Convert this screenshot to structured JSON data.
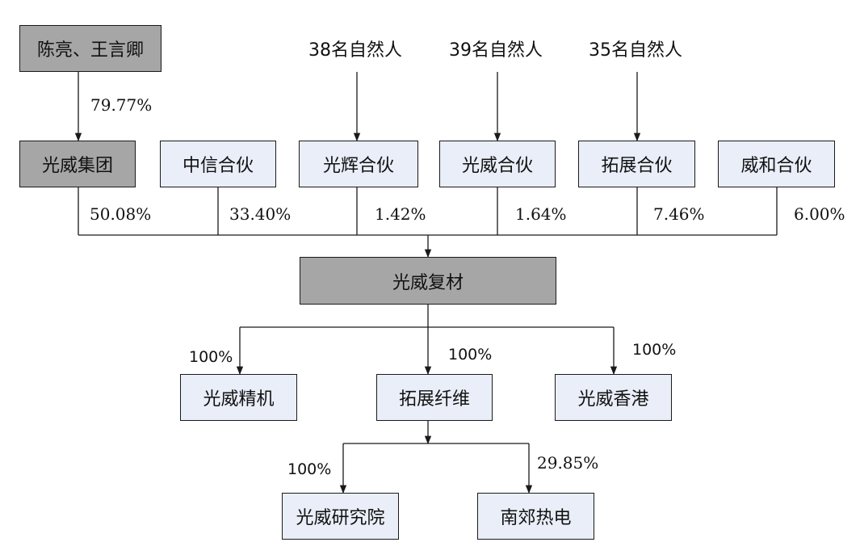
{
  "colors": {
    "shareholder_gray": "#a6a6a6",
    "entity_light": "#e9eef8",
    "line": "#1a1a1a"
  },
  "top_holder": {
    "name": "陈亮、王言卿",
    "pct": "79.77%"
  },
  "natural_persons": [
    {
      "label": "38名自然人"
    },
    {
      "label": "39名自然人"
    },
    {
      "label": "35名自然人"
    }
  ],
  "shareholders": [
    {
      "name": "光威集团",
      "pct": "50.08%"
    },
    {
      "name": "中信合伙",
      "pct": "33.40%"
    },
    {
      "name": "光辉合伙",
      "pct": "1.42%"
    },
    {
      "name": "光威合伙",
      "pct": "1.64%"
    },
    {
      "name": "拓展合伙",
      "pct": "7.46%"
    },
    {
      "name": "威和合伙",
      "pct": "6.00%"
    }
  ],
  "company": {
    "name": "光威复材"
  },
  "subsidiaries": [
    {
      "name": "光威精机",
      "pct": "100%"
    },
    {
      "name": "拓展纤维",
      "pct": "100%"
    },
    {
      "name": "光威香港",
      "pct": "100%"
    }
  ],
  "sub_subsidiaries": [
    {
      "name": "光威研究院",
      "pct": "100%"
    },
    {
      "name": "南郊热电",
      "pct": "29.85%"
    }
  ]
}
